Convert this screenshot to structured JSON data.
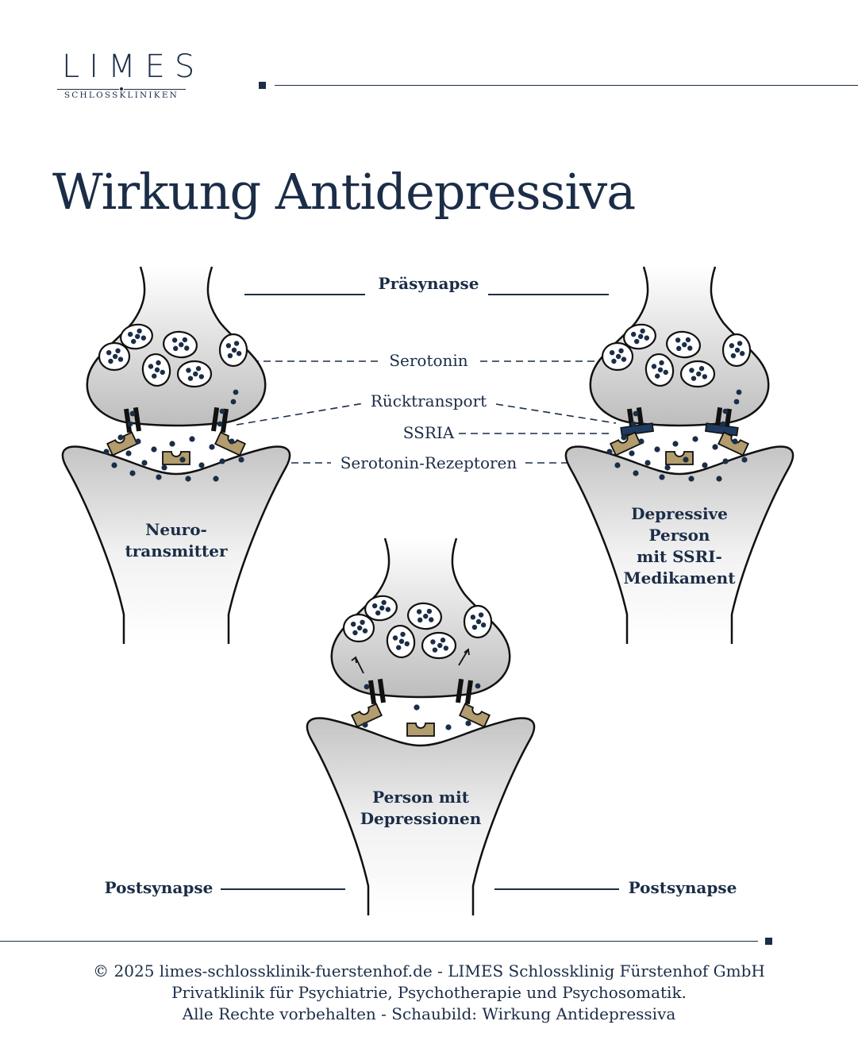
{
  "logo": {
    "main": "LIMES",
    "sub": "SCHLOSSKLINIKEN"
  },
  "title": "Wirkung Antidepressiva",
  "labels": {
    "presynapse": "Präsynapse",
    "serotonin": "Serotonin",
    "reuptake": "Rücktransport",
    "ssri": "SSRIA",
    "receptors": "Serotonin-Rezeptoren",
    "postsynapse_left": "Postsynapse",
    "postsynapse_right": "Postsynapse"
  },
  "synapses": {
    "left": {
      "lines": [
        "Neuro-",
        "transmitter"
      ]
    },
    "middle": {
      "lines": [
        "Person mit",
        "Depressionen"
      ]
    },
    "right": {
      "lines": [
        "Depressive",
        "Person",
        "mit SSRI-",
        "Medikament"
      ]
    }
  },
  "footer": {
    "line1": "© 2025 limes-schlossklinik-fuerstenhof.de - LIMES Schlossklinig Fürstenhof GmbH",
    "line2": "Privatklinik für Psychiatrie, Psychotherapie und Psychosomatik.",
    "line3": "Alle Rechte vorbehalten - Schaubild: Wirkung Antidepressiva"
  },
  "colors": {
    "navy": "#1b2d47",
    "receptor": "#b39c6e",
    "ssri_block": "#1f3a5f",
    "neuron_gray": "#c9c9c9"
  }
}
